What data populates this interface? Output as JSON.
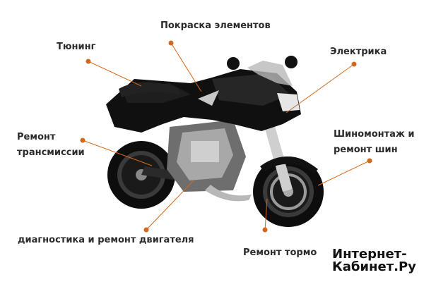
{
  "labels": {
    "painting": "Покраска элементов",
    "tuning": "Тюнинг",
    "electrics": "Электрика",
    "transmission_line1": "Ремонт",
    "transmission_line2": "трансмиссии",
    "tires_line1": "Шиномонтаж и",
    "tires_line2": "ремонт шин",
    "engine": "диагностика и ремонт двигателя",
    "brakes": "Ремонт тормо"
  },
  "watermark": {
    "line1": "Интернет-",
    "line2": "Кабинет.Ру"
  },
  "colors": {
    "accent": "#d2691e",
    "bike_body": "#111111",
    "text": "#2b2b2b"
  },
  "illustration": "motorcycle"
}
